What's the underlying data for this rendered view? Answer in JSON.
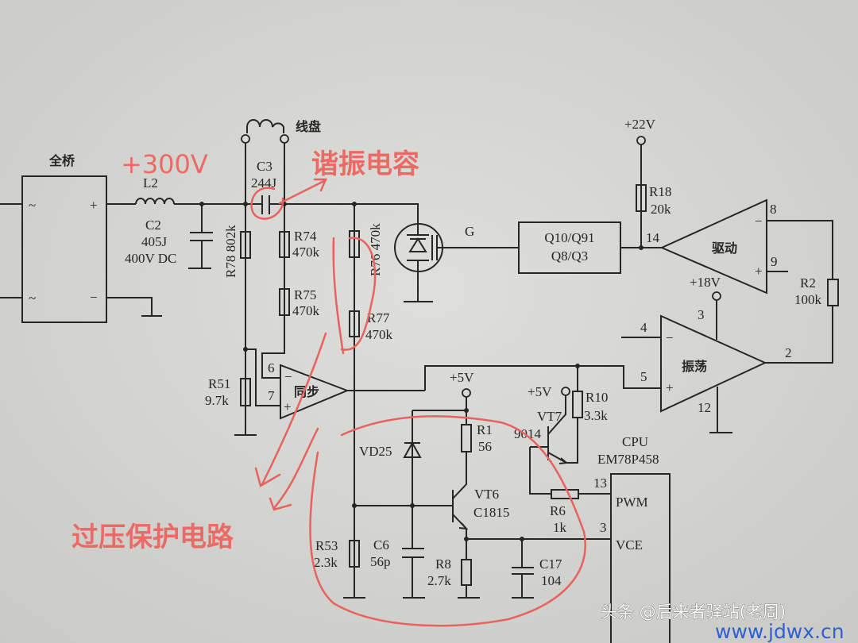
{
  "blocks": {
    "bridge": "全桥",
    "coil": "线盘",
    "driver": "驱动",
    "oscillator": "振荡",
    "sync": "同步",
    "driver_stage_line1": "Q10/Q91",
    "driver_stage_line2": "Q8/Q3",
    "cpu_title": "CPU",
    "cpu_model": "EM78P458",
    "cpu_pwm": "PWM",
    "cpu_vce": "VCE"
  },
  "bridge_pins": {
    "ac1": "~",
    "ac2": "~",
    "plus": "+",
    "minus": "−"
  },
  "components": {
    "L2": "L2",
    "C2_name": "C2",
    "C2_value": "405J",
    "C2_rating": "400V DC",
    "C3_name": "C3",
    "C3_value": "244J",
    "R78": "R78 802k",
    "R74_name": "R74",
    "R74_value": "470k",
    "R75_name": "R75",
    "R75_value": "470k",
    "R76": "R76 470k",
    "R77_name": "R77",
    "R77_value": "470k",
    "R51_name": "R51",
    "R51_value": "9.7k",
    "R18_name": "R18",
    "R18_value": "20k",
    "R2_name": "R2",
    "R2_value": "100k",
    "R10_name": "R10",
    "R10_value": "3.3k",
    "R1_name": "R1",
    "R1_value": "56",
    "R6_name": "R6",
    "R6_value": "1k",
    "R53_name": "R53",
    "R53_value": "2.3k",
    "C6_name": "C6",
    "C6_value": "56p",
    "R8_name": "R8",
    "R8_value": "2.7k",
    "C17_name": "C17",
    "C17_value": "104",
    "VD25": "VD25",
    "VT6_name": "VT6",
    "VT6_value": "C1815",
    "VT7_name": "VT7",
    "VT7_value": "9014",
    "gate": "G"
  },
  "rails": {
    "v22": "+22V",
    "v18": "+18V",
    "v5a": "+5V",
    "v5b": "+5V"
  },
  "pins": {
    "p14": "14",
    "p8": "8",
    "p9": "9",
    "p3": "3",
    "p4": "4",
    "p5": "5",
    "p2": "2",
    "p12": "12",
    "p6": "6",
    "p7": "7",
    "p13": "13",
    "p3cpu": "3",
    "minus": "−",
    "plus": "+"
  },
  "annotations": {
    "voltage": "+300V",
    "resonant_cap": "谐振电容",
    "overvoltage": "过压保护电路"
  },
  "watermark": {
    "source": "头条 @后来者驿站(老周)",
    "site": "www.jdwx.cn"
  },
  "colors": {
    "ink": "#262626",
    "annotation_red": "#ec6a66",
    "paper": "#d6d6d3",
    "site_blue": "#2f5fd0"
  }
}
